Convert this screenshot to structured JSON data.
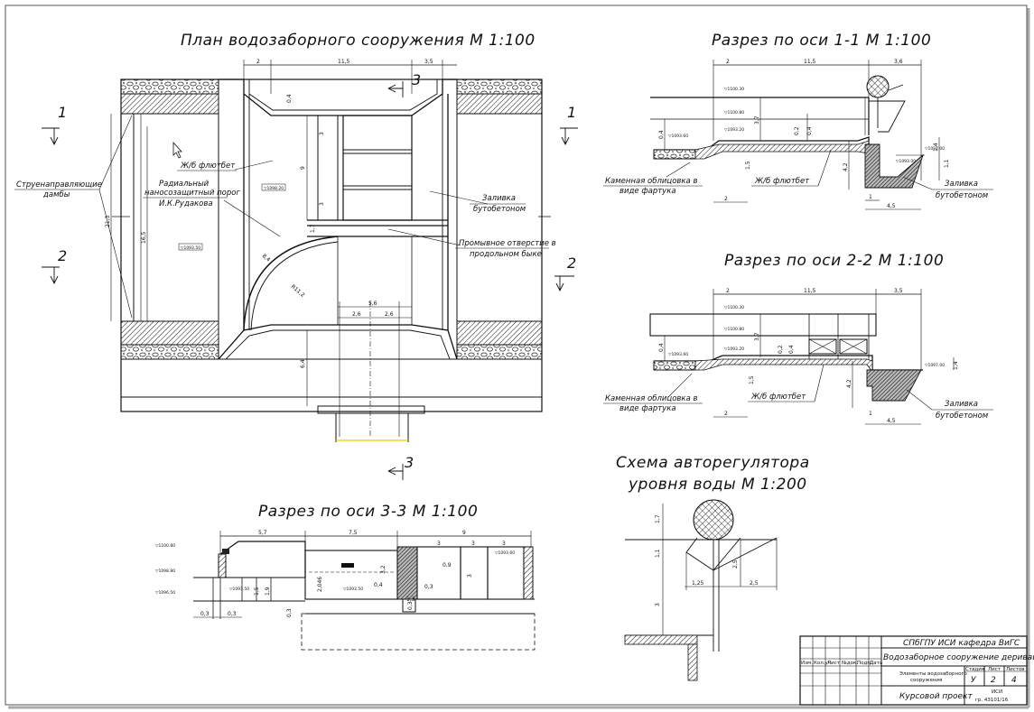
{
  "titles": {
    "plan": "План водозаборного сооружения М 1:100",
    "sec11": "Разрез по оси 1-1 М 1:100",
    "sec22": "Разрез по оси 2-2 М 1:100",
    "sec33": "Разрез по оси 3-3 М 1:100",
    "scheme_line1": "Схема авторегулятора",
    "scheme_line2": "уровня воды М 1:200"
  },
  "plan": {
    "labels": {
      "dams_1": "Струенаправляющие",
      "dams_2": "дамбы",
      "concrete_flume": "Ж/б флютбет",
      "sill_1": "Радиальный",
      "sill_2": "наносозащитный порог",
      "sill_3": "И.К.Рудакова",
      "rubble_fill_1": "Заливка",
      "rubble_fill_2": "бутобетоном",
      "flush_hole_1": "Промывное отверстие в",
      "flush_hole_2": "продольном быке"
    },
    "section_marks": {
      "m1": "1",
      "m2": "2",
      "m3": "3"
    },
    "dims": {
      "top_left": "2",
      "top_mid": "11,5",
      "top_right": "3,5",
      "d04": "0,4",
      "d3a": "3",
      "d3b": "3",
      "d9": "9",
      "d17": "1,7",
      "d213": "21,3",
      "d165": "16,5",
      "d56": "5,6",
      "d26a": "2,6",
      "d26b": "2,6",
      "d64": "6,4",
      "d84": "8,4",
      "r112": "R11,2"
    },
    "elevations": {
      "e1": "▽1098.20",
      "e2": "▽1093.50"
    }
  },
  "sec11": {
    "labels": {
      "facing_1": "Каменная облицовка в",
      "facing_2": "виде фартука",
      "concrete_flume": "Ж/б флютбет",
      "rubble_fill_1": "Заливка",
      "rubble_fill_2": "бутобетоном"
    },
    "dims": {
      "t1": "2",
      "t2": "11,5",
      "t3": "3,6",
      "v04": "0,4",
      "v37": "3,7",
      "v02": "0,2",
      "v15": "1,5",
      "v42": "4,2",
      "v14": "1,4",
      "v11": "1,1",
      "b1": "2",
      "b2": "4,5",
      "b3": "1"
    },
    "elevations": {
      "e1": "▽1100.30",
      "e2": "▽1100.80",
      "e3": "▽1093.20",
      "e4": "▽1093.60",
      "e5": "▽1097.00",
      "e6": "▽1093.00"
    }
  },
  "sec22": {
    "labels": {
      "facing_1": "Каменная облицовка в",
      "facing_2": "виде фартука",
      "concrete_flume": "Ж/б флютбет",
      "rubble_fill_1": "Заливка",
      "rubble_fill_2": "бутобетоном"
    },
    "dims": {
      "t1": "2",
      "t2": "11,5",
      "t3": "3,5",
      "v04": "0,4",
      "v37": "3,7",
      "v02": "0,2",
      "v04b": "0,4",
      "v15": "1,5",
      "v42": "4,2",
      "v14": "1,4",
      "b1": "2",
      "b2": "4,5",
      "b3": "1"
    },
    "elevations": {
      "e1": "▽1100.30",
      "e2": "▽1100.80",
      "e3": "▽1093.20",
      "e4": "▽1093.60",
      "e5": "▽1097.00"
    }
  },
  "sec33": {
    "dims": {
      "t1": "5,7",
      "t2": "7,5",
      "t3": "9",
      "s3a": "3",
      "s3b": "3",
      "s3c": "3",
      "d03a": "0,3",
      "d03b": "0,3",
      "d03c": "0,3",
      "d04": "0,4",
      "d03d": "0,3",
      "d19": "1,9",
      "d15": "1,5",
      "d2046": "2,046",
      "d32": "3,2",
      "d09": "0,9",
      "d03e": "0,3",
      "d13": "1,3",
      "d3": "3"
    },
    "elevations": {
      "e1": "▽1100.80",
      "e2": "▽1098.80",
      "e3": "▽1096.50",
      "e4": "▽1093.50",
      "e5": "▽1093.50",
      "e6": "▽1093.60"
    }
  },
  "scheme": {
    "dims": {
      "d17": "1,7",
      "d11": "1,1",
      "d3": "3",
      "d25a": "2,5",
      "d125": "1,25",
      "d25b": "2,5"
    }
  },
  "title_block": {
    "org": "СПбГПУ ИСИ кафедра ВиГС",
    "project": "Водозаборное сооружение деривационной ГЭС",
    "sheet_name_1": "Элементы водозаборного",
    "sheet_name_2": "сооружения",
    "col_stage": "Стадия",
    "col_sheet": "Лист",
    "col_sheets": "Листов",
    "stage": "У",
    "sheet": "2",
    "sheets": "4",
    "course": "Курсовой проект",
    "group_1": "ИСИ",
    "group_2": "гр. 43101/16",
    "rows": [
      "Изм.",
      "Кол.уч.",
      "Лист",
      "№док.",
      "Подп.",
      "Дата"
    ]
  }
}
